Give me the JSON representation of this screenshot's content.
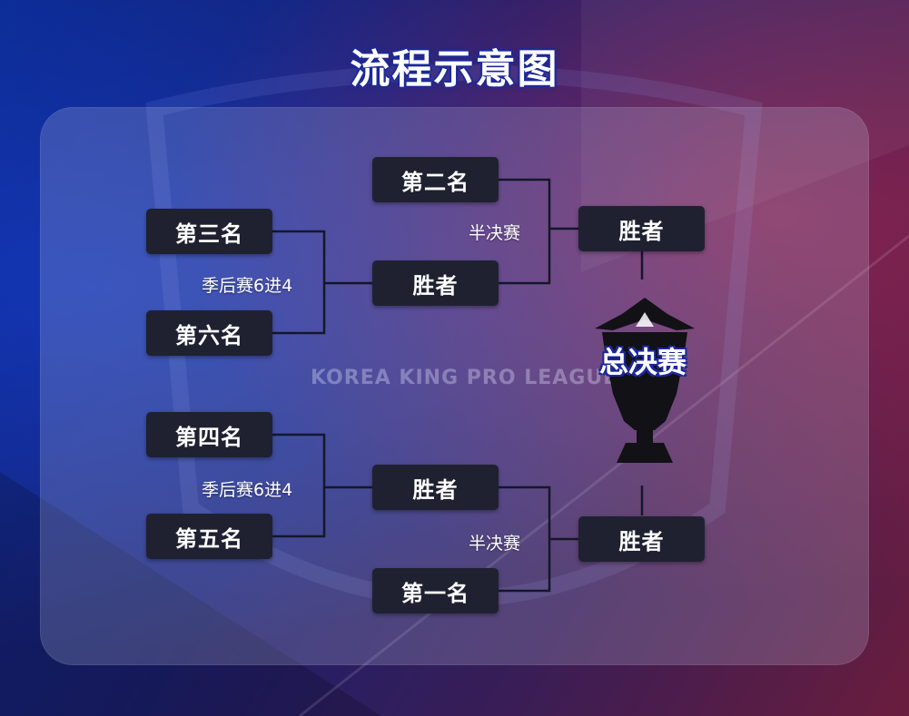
{
  "title": "流程示意图",
  "watermark": "KOREA KING PRO LEAGUE",
  "boxes": {
    "third": "第三名",
    "sixth": "第六名",
    "fourth": "第四名",
    "fifth": "第五名",
    "second": "第二名",
    "first": "第一名",
    "qf_winner_top": "胜者",
    "qf_winner_bottom": "胜者",
    "sf_winner_top": "胜者",
    "sf_winner_bottom": "胜者"
  },
  "labels": {
    "playoff_top": "季后赛6进4",
    "playoff_bottom": "季后赛6进4",
    "semi_top": "半决赛",
    "semi_bottom": "半决赛",
    "final": "总决赛"
  },
  "colors": {
    "box_bg": "#1f2131",
    "line": "#1a1a2a",
    "title_outline": "#1d2a9a"
  },
  "icons": [
    "trophy-icon"
  ]
}
